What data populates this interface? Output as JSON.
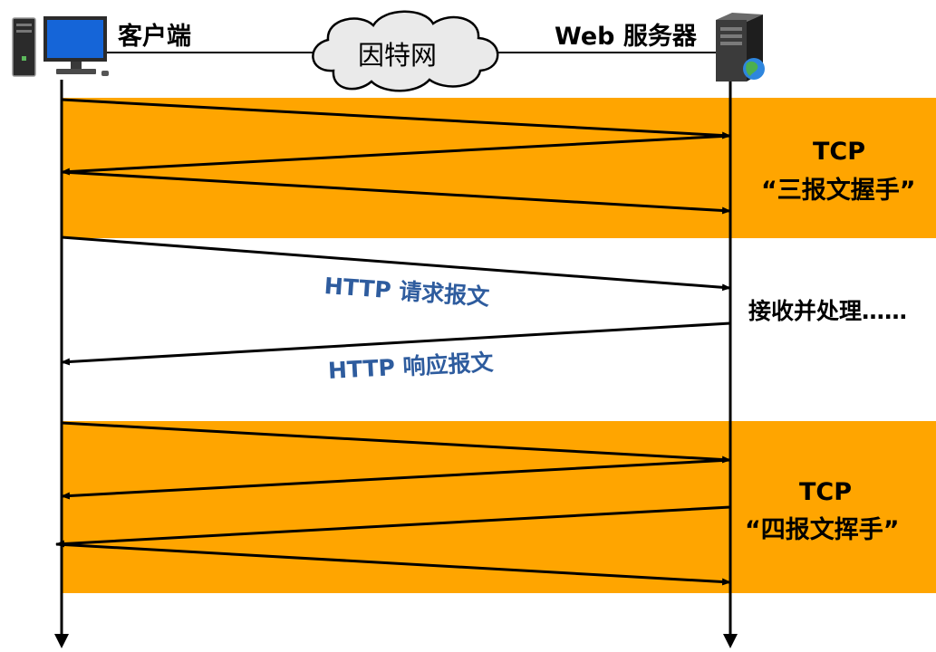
{
  "header": {
    "client_label": "客户端",
    "internet_label": "因特网",
    "server_label": "Web 服务器"
  },
  "handshake": {
    "title": "TCP",
    "subtitle": "“三报文握手”"
  },
  "http": {
    "request_label": "HTTP 请求报文",
    "processing_label": "接收并处理……",
    "response_label": "HTTP 响应报文"
  },
  "teardown": {
    "title": "TCP",
    "subtitle": "“四报文挥手”"
  },
  "colors": {
    "band": "#FFA500",
    "http_text": "#2E5C9E",
    "arrows": "#000000"
  },
  "icons": {
    "client": "desktop-computer-icon",
    "internet": "cloud-icon",
    "server": "server-tower-icon"
  }
}
